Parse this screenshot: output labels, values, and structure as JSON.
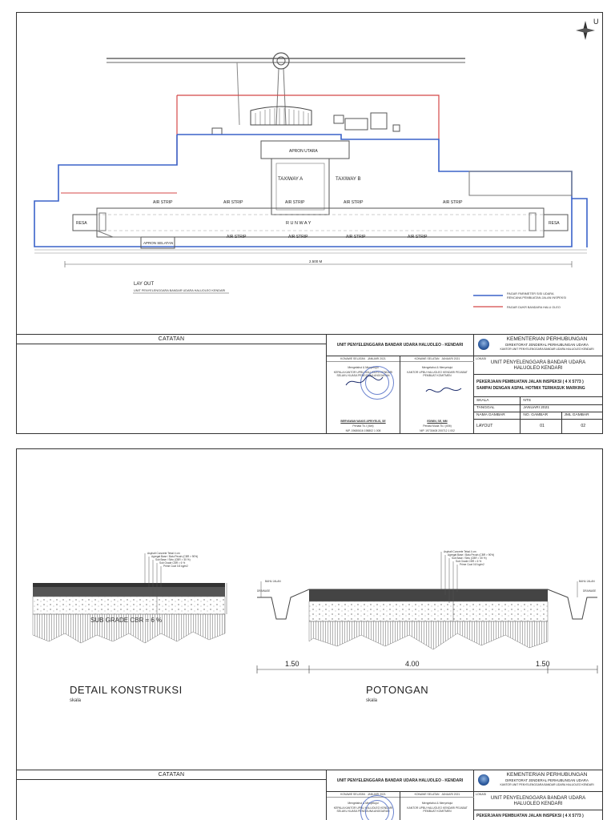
{
  "sheet1": {
    "north": "U",
    "plan": {
      "apron_utara": "APRON UTARA",
      "taxiway_a": "TAXIWAY A",
      "taxiway_b": "TAXIWAY B",
      "air_strip": "AIR STRIP",
      "runway": "R U N W A Y",
      "resa": "RESA",
      "apron_selatan": "APRON SELATAN",
      "dim_total": "2.500 M",
      "layout_title": "LAY OUT",
      "layout_sub": "UNIT PENYELENGGARA BANDAR UDARA HALUOLEO KENDARI",
      "legend": [
        {
          "label": "PAGAR PARIMETER SISI UDARA",
          "color": "#3a62c9"
        },
        {
          "label": "RENCANA PEMBUATAN JALAN INSPEKSI",
          "color": "#3a62c9"
        },
        {
          "label": "PAGAR DUKR BANDARA HALU OLEO",
          "color": "#d44848"
        }
      ]
    }
  },
  "sheet2": {
    "left_title": "DETAIL KONSTRUKSI",
    "left_skala": "skala",
    "right_title": "POTONGAN",
    "right_skala": "skala",
    "subgrade": "SUB GRADE CBR = 6 %",
    "dims": [
      "1.50",
      "4.00",
      "1.50"
    ],
    "layer_labels": [
      "Asphalt Concrete Tebal 4 cm",
      "Agregat Base / Batu Pecah (CBR > 90%)",
      "Sub Base / Sirtu (CBR > 30 %)",
      "Sub Grade CBR = 6 %",
      "Prime Coat 0.8 kg/m2"
    ],
    "side_labels": [
      "BAHU JALAN",
      "DRAINASE"
    ]
  },
  "titleblock": {
    "catatan": "CATATAN",
    "unit": "UNIT PENYELENGGARA BANDAR UDARA HALUOLEO - KENDARI",
    "sig_a": {
      "place": "KONAWE SELATAN",
      "month": "JANUARI 2021",
      "role": "Mengetahui & Menyetujui",
      "office": "KEPALA KANTOR UPBU HALUOLEO KENDARI SELAKU KUASA PENGGUNA ANGGARAN",
      "name": "BERYAWAN WAKIS APRIYELIS, SE",
      "rank": "Penata Tk.I (III/d)",
      "nip": "NIP. 19680616 198802 1 008"
    },
    "sig_b": {
      "place": "KONAWE SELATAN",
      "month": "JANUARI 2021",
      "role": "Mengetahui & Menyetujui",
      "office": "KANTOR UPBU HALUOLEO KENDARI PEJABAT PEMBUAT KOMITMEN",
      "name": "EDWIN, SE, MM",
      "rank": "Penata Muda Tk.I (III/b)",
      "nip": "NIP. 19730408 200712 1 002"
    },
    "ministry": "KEMENTERIAN PERHUBUNGAN",
    "directorate": "DIREKTORAT JENDERAL PERHUBUNGAN UDARA",
    "office_small": "KANTOR UNIT PENYELENGGARA BANDAR UDARA HALUOLEO KENDARI",
    "lokasi_label": "LOKASI",
    "lokasi": "UNIT PENYELENGGARA BANDAR UDARA HALUOLEO KENDARI",
    "job": "PEKERJAAN PEMBUATAN JALAN INSPEKSI ( 4 X 5773 ) SAMPAI DENGAN ASPAL HOTMIX TERMASUK MARKING",
    "rows": [
      {
        "k": "SKALA",
        "v": "NTS",
        "w": ""
      },
      {
        "k": "TANGGAL",
        "v": "JANUARI 2021",
        "w": ""
      },
      {
        "k": "NAMA GAMBAR",
        "v": "NO. GAMBAR",
        "w": "JML GAMBAR"
      },
      {
        "k": "LAYOUT",
        "v": "01",
        "w": "02"
      }
    ]
  }
}
